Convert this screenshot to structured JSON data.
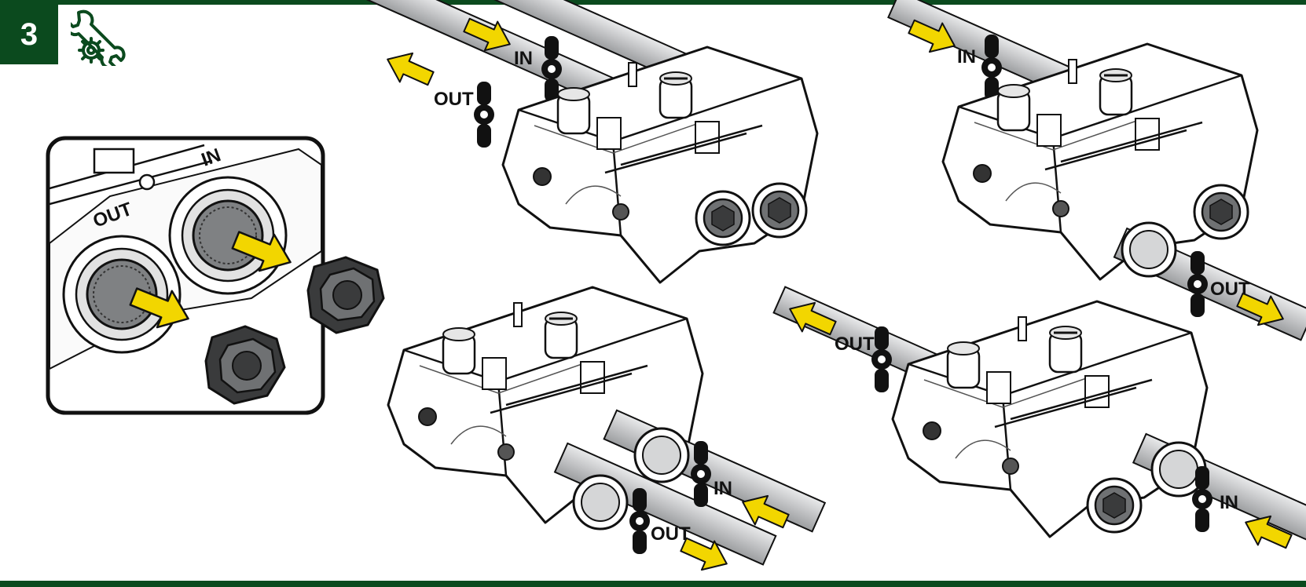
{
  "step": {
    "number": "3"
  },
  "icons": {
    "tools": "wrench-gear-icon"
  },
  "labels": {
    "inset_in": "IN",
    "inset_out": "OUT",
    "a_in": "IN",
    "a_out": "OUT",
    "b_in": "IN",
    "b_out": "OUT",
    "c_in": "IN",
    "c_out": "OUT",
    "d_in": "IN",
    "d_out": "OUT"
  },
  "colors": {
    "brand_green": "#0b4a1e",
    "arrow_yellow": "#f2d600",
    "pipe_gray": "#c9cacc",
    "handle_black": "#111111"
  }
}
